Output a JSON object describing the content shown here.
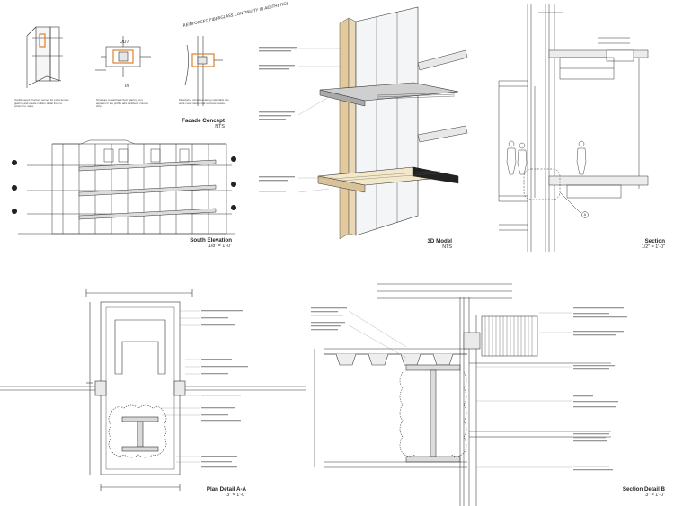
{
  "panels": {
    "facade_concept": {
      "title": "Facade Concept",
      "scale": "NTS",
      "sketch_notes": [
        "OUT",
        "IN",
        "REINFORCED FIBERGLASS CONTINUITY IN AESTHETICS"
      ],
      "captions": [
        "Cantilevered structure serves for extra across glazing and create mullion detail from to column to mass.",
        "Structure to wall back floor glazing, but appears in the profile add cantilever column strip.",
        "Material to mimicked along materialist mix, stark cover faces, real concrete nature."
      ]
    },
    "south_elevation": {
      "title": "South Elevation",
      "scale": "1/8\" = 1'-0\""
    },
    "model_3d": {
      "title": "3D Model",
      "scale": "NTS"
    },
    "section": {
      "title": "Section",
      "scale": "1/2\" = 1'-0\"",
      "callout": "A"
    },
    "plan_detail": {
      "title": "Plan Detail A-A",
      "scale": "3\" = 1'-0\""
    },
    "section_detail": {
      "title": "Section Detail B",
      "scale": "3\" = 1'-0\""
    }
  },
  "colors": {
    "line": "#333333",
    "wood": "#ead7b5",
    "light_wood": "#f3e8c9",
    "orange_sketch": "#d9822b",
    "glass": "#eef2f4"
  }
}
